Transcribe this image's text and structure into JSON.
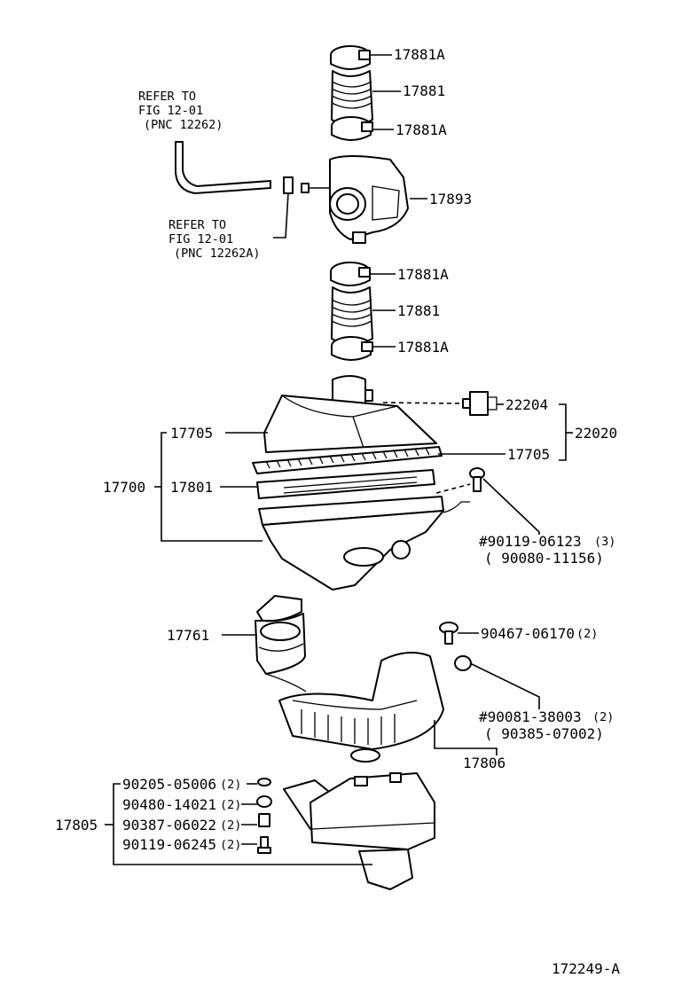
{
  "diagram": {
    "figure_code": "172249-A",
    "refs": {
      "ref1": [
        "REFER TO",
        "FIG 12-01",
        "(PNC 12262)"
      ],
      "ref2": [
        "REFER TO",
        "FIG 12-01",
        "(PNC 12262A)"
      ]
    },
    "labels": {
      "p17881a_1": "17881A",
      "p17881_1": "17881",
      "p17881a_2": "17881A",
      "p17893": "17893",
      "p17881a_3": "17881A",
      "p17881_2": "17881",
      "p17881a_4": "17881A",
      "p22204": "22204",
      "p22020": "22020",
      "p17705_l": "17705",
      "p17705_r": "17705",
      "p17700": "17700",
      "p17801": "17801",
      "bolt1": "#90119-06123",
      "bolt1_qty": "(3)",
      "bolt1_alt": "( 90080-11156)",
      "p17761": "17761",
      "screw": "90467-06170",
      "screw_qty": "(2)",
      "nut1": "#90081-38003",
      "nut1_qty": "(2)",
      "nut1_alt": "( 90385-07002)",
      "p17806": "17806",
      "p17805": "17805",
      "r1": "90205-05006",
      "r1_qty": "(2)",
      "r2": "90480-14021",
      "r2_qty": "(2)",
      "r3": "90387-06022",
      "r3_qty": "(2)",
      "r4": "90119-06245",
      "r4_qty": "(2)"
    }
  }
}
